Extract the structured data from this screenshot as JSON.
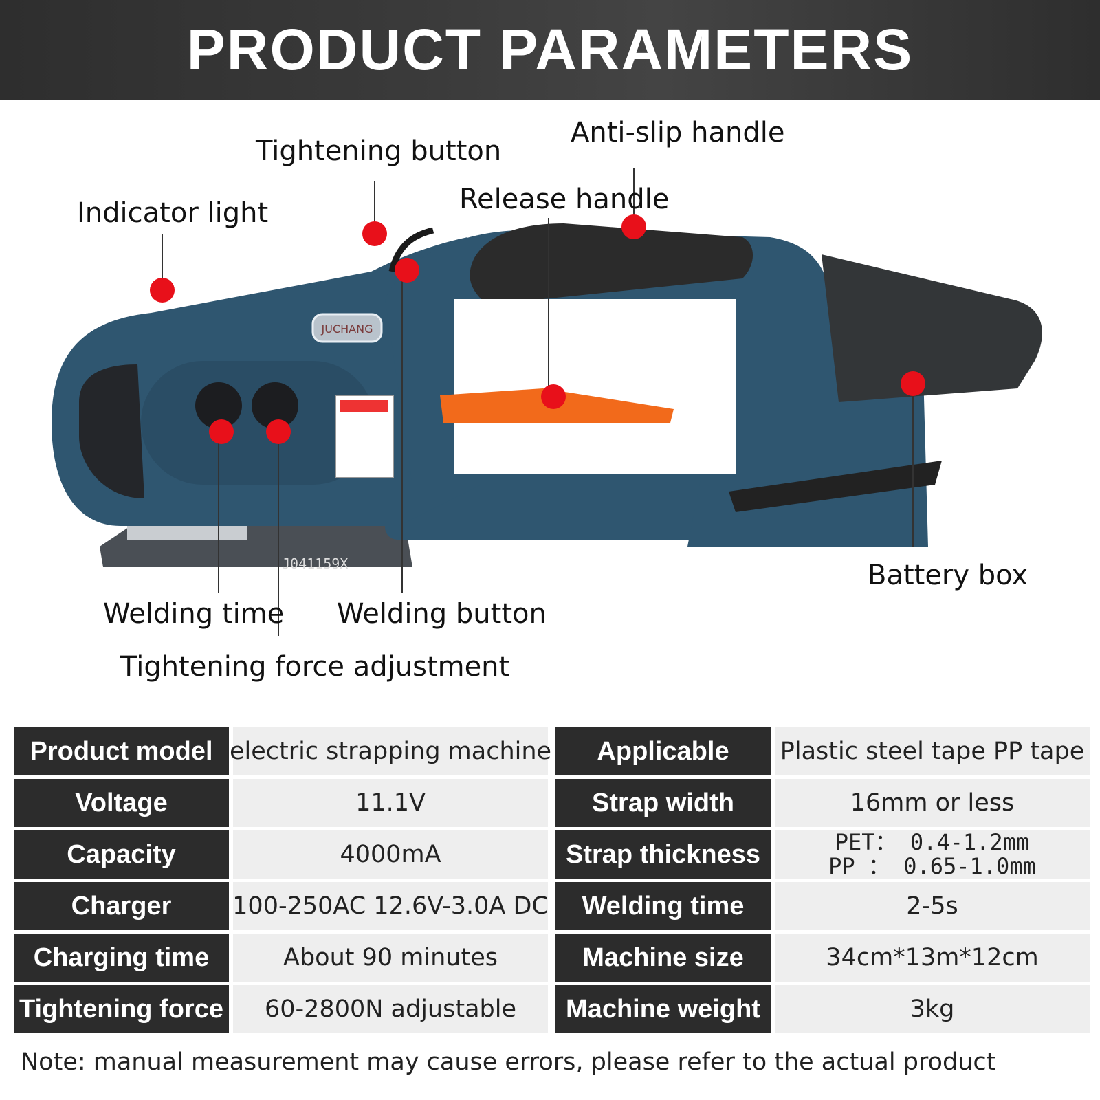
{
  "header": {
    "title": "PRODUCT PARAMETERS"
  },
  "callouts": {
    "indicator_light": "Indicator light",
    "tightening_button": "Tightening button",
    "anti_slip_handle": "Anti-slip handle",
    "release_handle": "Release handle",
    "battery_box": "Battery box",
    "welding_time": "Welding time",
    "welding_button": "Welding button",
    "tightening_force_adjustment": "Tightening force adjustment"
  },
  "machine": {
    "base_marking": "J041159X",
    "brand_badge": "JUCHANG"
  },
  "specs_left": [
    {
      "label": "Product model",
      "value": "electric strapping machine"
    },
    {
      "label": "Voltage",
      "value": "11.1V"
    },
    {
      "label": "Capacity",
      "value": "4000mA"
    },
    {
      "label": "Charger",
      "value": "100-250AC 12.6V-3.0A DC"
    },
    {
      "label": "Charging time",
      "value": "About 90 minutes"
    },
    {
      "label": "Tightening force",
      "value": "60-2800N adjustable"
    }
  ],
  "specs_right": [
    {
      "label": "Applicable",
      "value": "Plastic steel tape PP tape"
    },
    {
      "label": "Strap width",
      "value": "16mm or less"
    },
    {
      "label": "Strap thickness",
      "value": "PET： 0.4-1.2mm",
      "value2": "PP ： 0.65-1.0mm"
    },
    {
      "label": "Welding time",
      "value": "2-5s"
    },
    {
      "label": "Machine size",
      "value": "34cm*13m*12cm"
    },
    {
      "label": "Machine weight",
      "value": "3kg"
    }
  ],
  "note": "Note: manual measurement may cause errors, please refer to the actual product",
  "colors": {
    "header_bg": "#2e2e2e",
    "machine_body": "#2f5670",
    "handle_orange": "#f26a1b",
    "marker_red": "#e8101a"
  }
}
